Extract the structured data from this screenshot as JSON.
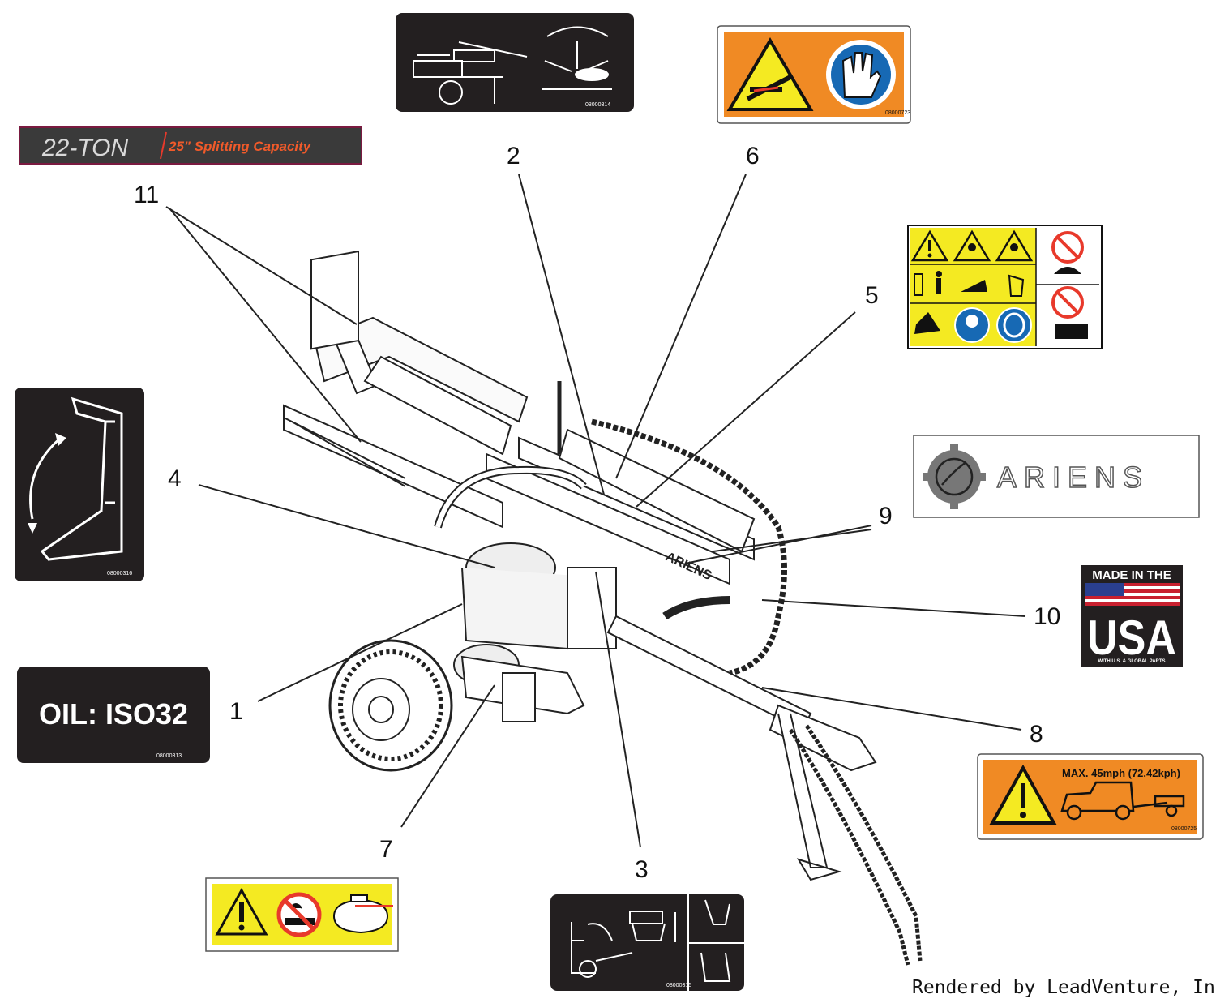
{
  "callouts": [
    {
      "num": "1"
    },
    {
      "num": "2"
    },
    {
      "num": "3"
    },
    {
      "num": "4"
    },
    {
      "num": "5"
    },
    {
      "num": "6"
    },
    {
      "num": "7"
    },
    {
      "num": "8"
    },
    {
      "num": "9"
    },
    {
      "num": "10"
    },
    {
      "num": "11"
    }
  ],
  "decals": {
    "tonnage": {
      "ton": "22-TON",
      "capacity": "25\" Splitting Capacity"
    },
    "oil": {
      "text": "OIL: ISO32",
      "part_no": "08000313"
    },
    "brand": {
      "name": "ARIENS"
    },
    "usa": {
      "top": "MADE IN THE",
      "big": "USA",
      "sub": "WITH U.S. & GLOBAL PARTS"
    },
    "speed": {
      "text": "MAX. 45mph (72.42kph)",
      "part_no": "08000725"
    },
    "decal_2": {
      "part_no": "08000314"
    },
    "decal_3": {
      "part_no": "08000315"
    },
    "decal_4": {
      "part_no": "08000316"
    },
    "decal_6": {
      "part_no": "08000723"
    }
  },
  "credit": "Rendered by LeadVenture, Inc.",
  "colors": {
    "orange": "#f08a24",
    "yellow": "#f4ea22",
    "blue": "#1769b4",
    "red": "#e8392b",
    "dark": "#231f20"
  }
}
